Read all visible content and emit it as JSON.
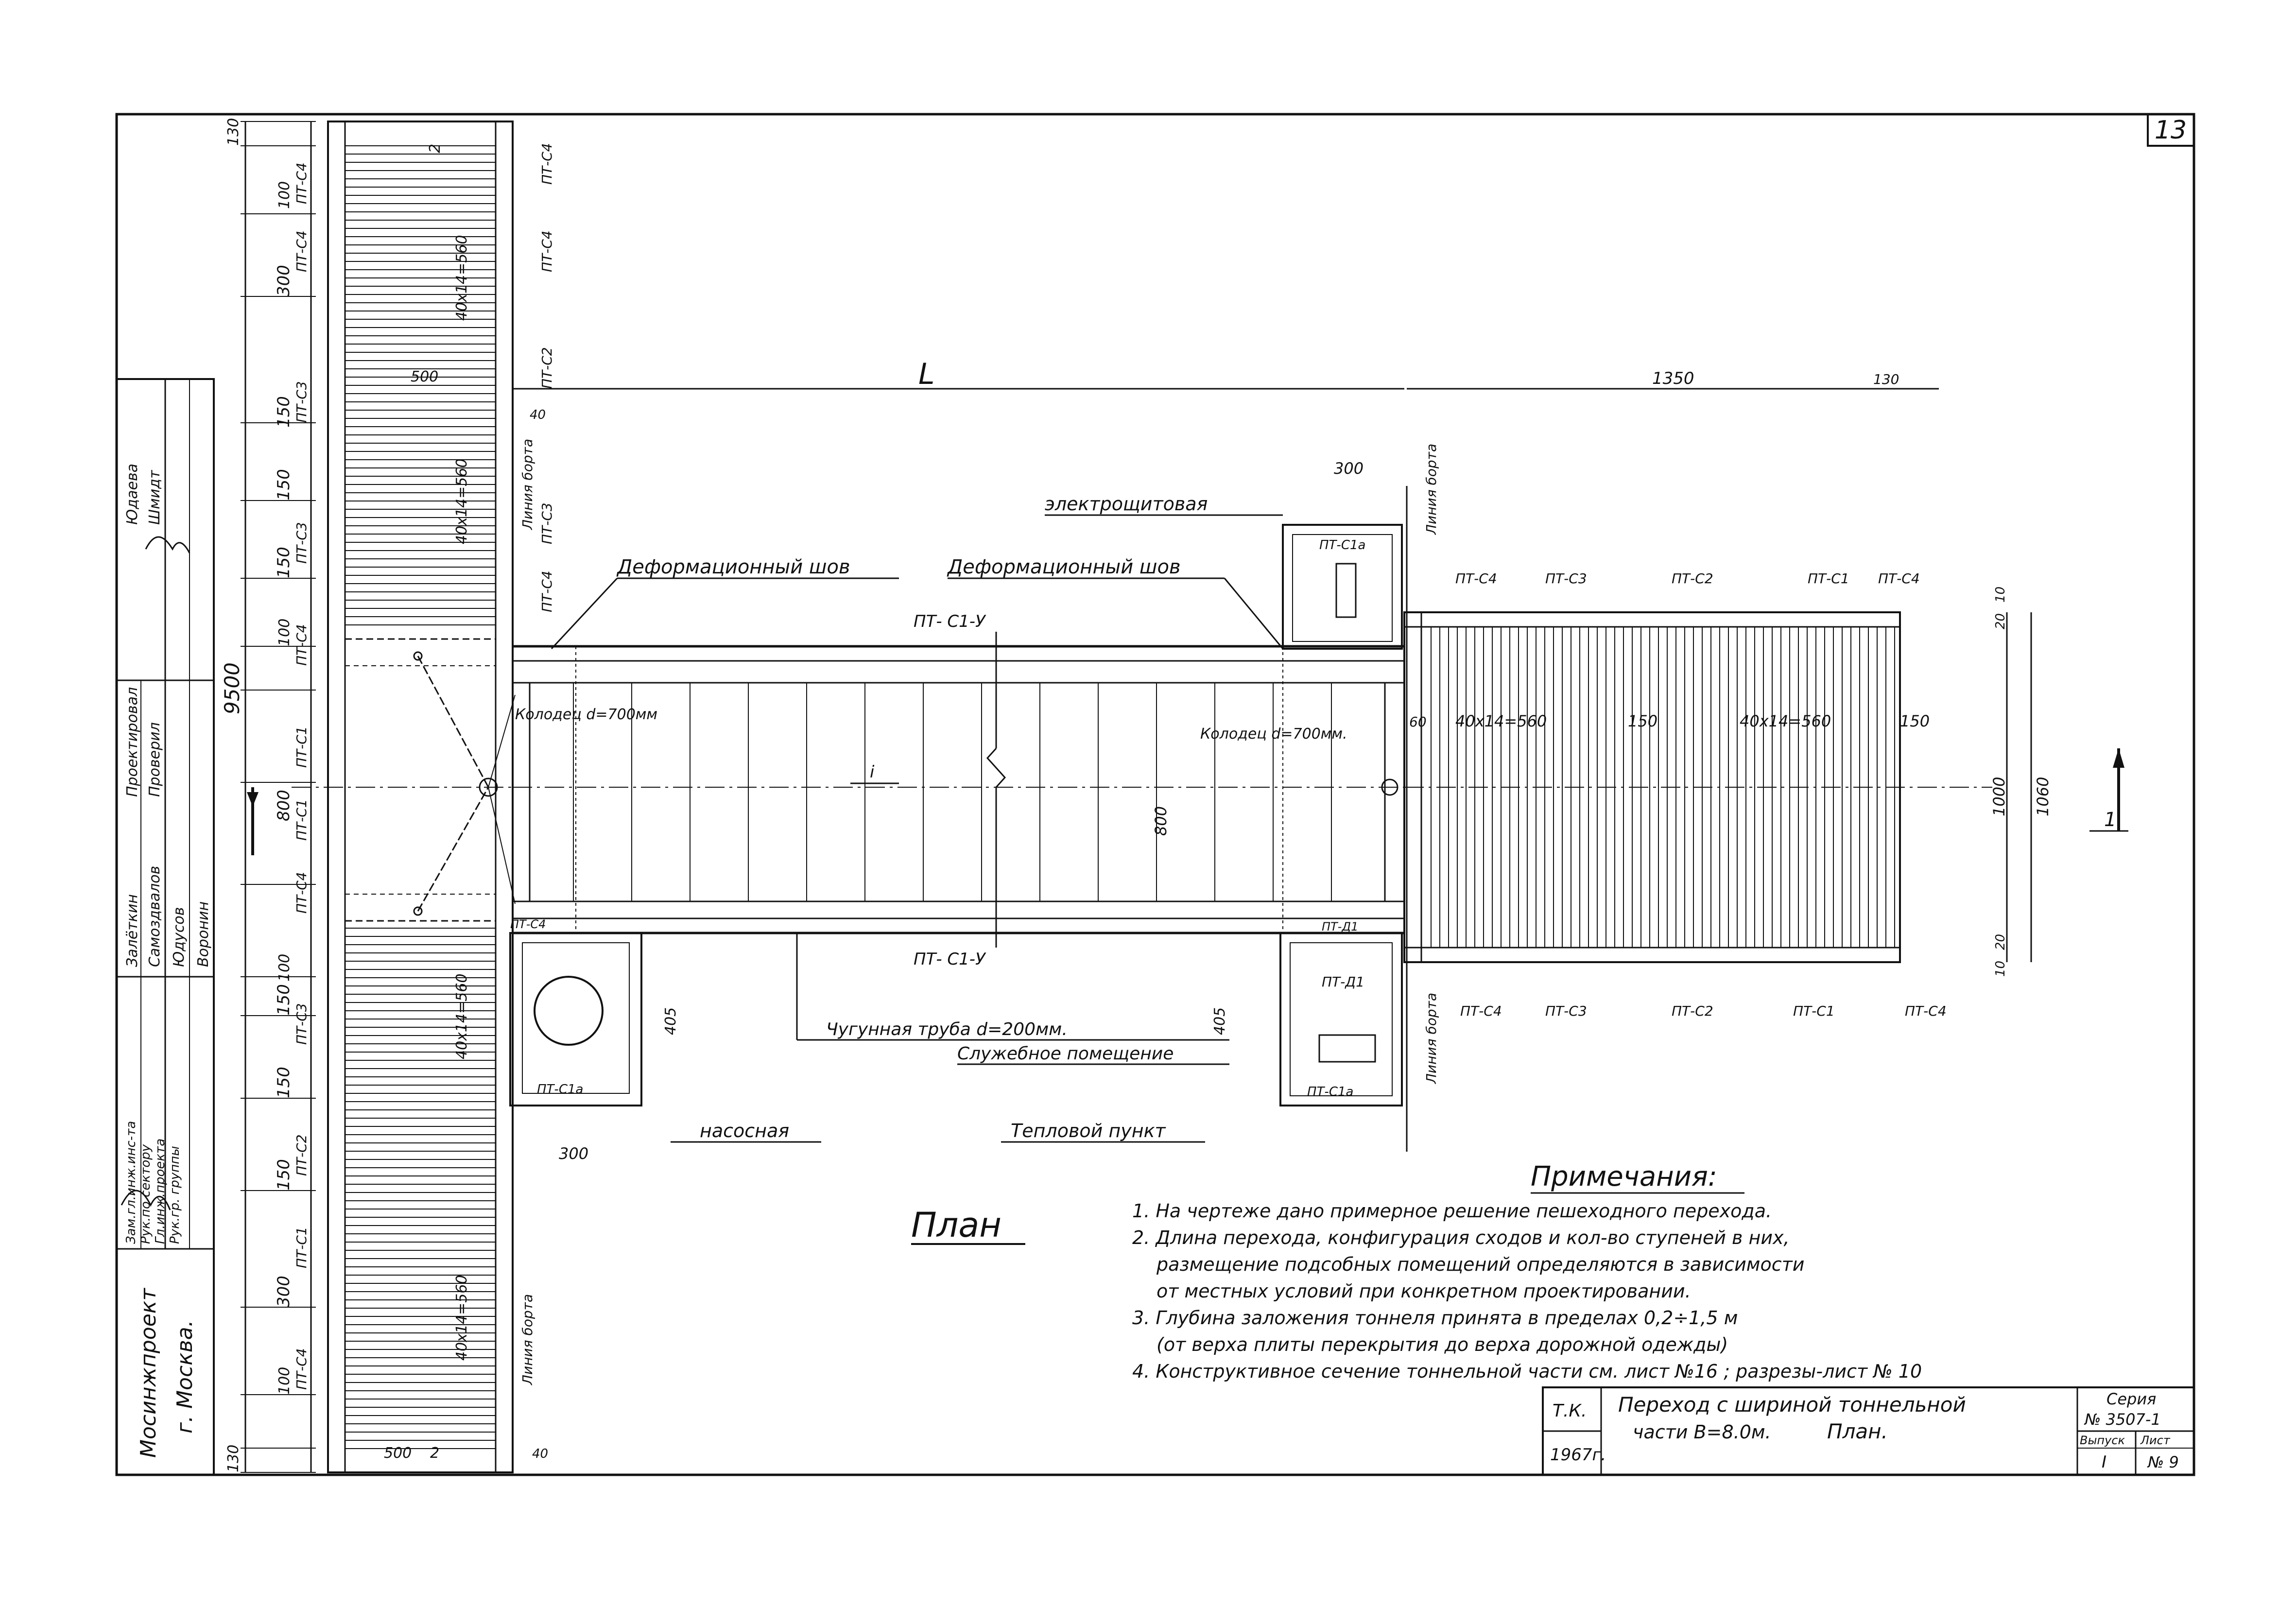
{
  "sheet_number": "13",
  "plan_title": "План",
  "notes": {
    "heading": "Примечания:",
    "items": [
      "1. На чертеже дано примерное решение пешеходного перехода.",
      "2. Длина перехода, конфигурация сходов и кол-во ступеней в них,",
      "размещение подсобных помещений определяются в зависимости",
      "от местных условий при конкретном проектировании.",
      "3. Глубина заложения тоннеля принята в пределах 0,2÷1,5 м",
      "(от верха плиты перекрытия до верха дорожной одежды)",
      "4. Конструктивное сечение тоннельной части см. лист №16 ; разрезы-лист № 10"
    ]
  },
  "stamp": {
    "org": "Мосинжпроект",
    "city": "г. Москва.",
    "roles": [
      "Зам.гл.инж.инс-та",
      "Рук.по сектору",
      "Гл.инж.проекта",
      "Рук.гр. группы"
    ],
    "names": [
      "Залёткин",
      "Самоздвалов",
      "Юдусов",
      "Воронин"
    ],
    "roles2": [
      "Проектировал",
      "Проверил"
    ],
    "names2": [
      "Шмидт",
      "Юдаева"
    ],
    "code": "Т.К.",
    "year": "1967г.",
    "title_line1": "Переход с шириной тоннельной",
    "title_line2": "части В=8.0м.",
    "title_line3": "План.",
    "series_label": "Серия",
    "series": "№ 3507-1",
    "issue_label": "Выпуск",
    "issue": "I",
    "sheet_label": "Лист",
    "sheet": "№ 9"
  },
  "labels": {
    "length_symbol": "L",
    "deform_joint_1": "Деформационный шов",
    "deform_joint_2": "Деформационный шов",
    "electro": "электрощитовая",
    "well_left": "Колодец d=700мм",
    "well_right": "Колодец d=700мм.",
    "pipe": "Чугунная труба d=200мм.",
    "service_room": "Служебное помещение",
    "pump": "насосная",
    "heat_point": "Тепловой пункт",
    "curb_line": "Линия борта",
    "slope": "i",
    "section_mark": "1",
    "pt_c1u": "ПТ- С1-У",
    "pt_c1": "ПТ-С1",
    "pt_c2": "ПТ-С2",
    "pt_c3": "ПТ-С3",
    "pt_c4": "ПТ-С4",
    "pt_c1a": "ПТ-С1а",
    "pt_d1": "ПТ-Д1"
  },
  "dims": {
    "d9500": "9500",
    "d1350": "1350",
    "d130": "130",
    "d300": "300",
    "d500": "500",
    "d150": "150",
    "d100": "100",
    "d800": "800",
    "d1000": "1000",
    "d1060": "1060",
    "d405": "405",
    "d60": "60",
    "d20": "20",
    "d10": "10",
    "d40": "40",
    "d2": "2",
    "steps": "40х14=560"
  }
}
